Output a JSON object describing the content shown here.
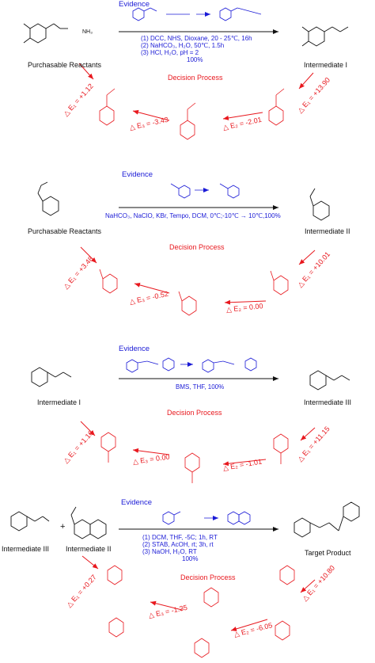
{
  "colors": {
    "evidence": "#1a1ad6",
    "decision": "#e8181e",
    "text": "#111111"
  },
  "sections": [
    {
      "evidence_title": "Evidence",
      "reactant_label": "Purchasable Reactants",
      "product_label": "Intermediate I",
      "reagent_small": "NH₃",
      "conditions": [
        "(1) DCC, NHS, Dioxane, 20 - 25℃, 16h",
        "(2) NaHCO₃, H₂O, 50℃, 1.5h",
        "(3) HCl, H₂O, pH = 2",
        "100%"
      ],
      "decision_title": "Decision Process",
      "energies": [
        "△ E₁ = +1.12",
        "△ E₃ = -3.43",
        "△ E₂ = -2.01",
        "△ E₁ = +13.90"
      ]
    },
    {
      "evidence_title": "Evidence",
      "reactant_label": "Purchasable Reactants",
      "product_label": "Intermediate II",
      "conditions": [
        "NaHCO₃, NaClO, KBr, Tempo, DCM, 0℃;-10℃ → 10℃,100%"
      ],
      "decision_title": "Decision Process",
      "energies": [
        "△ E₁ = +3.48",
        "△ E₃ = -0.52",
        "△ E₂ = 0.00",
        "△ E₁ = +10.01"
      ]
    },
    {
      "evidence_title": "Evidence",
      "reactant_label": "Intermediate I",
      "product_label": "Intermediate III",
      "conditions": [
        "BMS, THF, 100%"
      ],
      "decision_title": "Decision Process",
      "energies": [
        "△ E₁ = +1.16",
        "△ E₃ = 0.00",
        "△ E₂ = -1.01",
        "△ E₁ = +11.15"
      ]
    },
    {
      "evidence_title": "Evidence",
      "reactant_label": "Intermediate III",
      "plus": "+",
      "reactant2_label": "Intermediate II",
      "product_label": "Target Product",
      "conditions": [
        "(1) DCM, THF, -5C; 1h, RT",
        "(2) STAB, AcOH, rt; 3h, rt",
        "(3) NaOH, H₂O, RT",
        "100%"
      ],
      "decision_title": "Decision Process",
      "energies": [
        "△ E₁ = +0.27",
        "△ E₃ = -1.35",
        "△ E₂ = -6.05",
        "△ E₁ = +10.80"
      ]
    }
  ]
}
